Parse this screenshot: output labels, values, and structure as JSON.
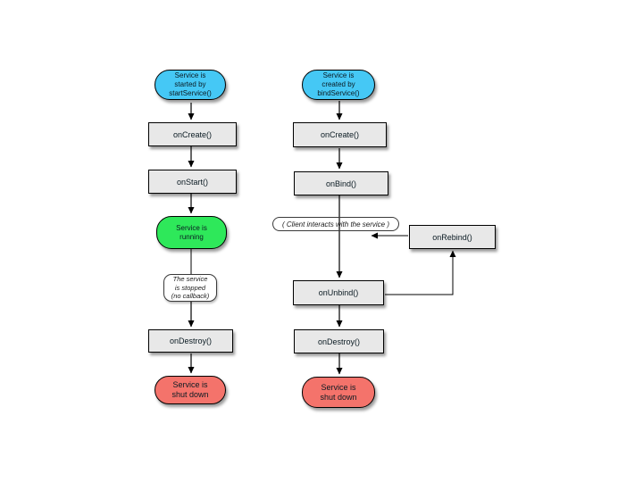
{
  "diagram": {
    "left_column": {
      "start": "Service is\nstarted by\nstartService()",
      "on_create": "onCreate()",
      "on_start": "onStart()",
      "running": "Service is\nrunning",
      "stopped_note": "The service\nis stopped\n(no callback)",
      "on_destroy": "onDestroy()",
      "shutdown": "Service is\nshut down"
    },
    "right_column": {
      "start": "Service is\ncreated by\nbindService()",
      "on_create": "onCreate()",
      "on_bind": "onBind()",
      "client_note": "( Client interacts with the service )",
      "on_unbind": "onUnbind()",
      "on_rebind": "onRebind()",
      "on_destroy": "onDestroy()",
      "shutdown": "Service is\nshut down"
    },
    "colors": {
      "start_fill": "#45c8f5",
      "running_fill": "#2ee85a",
      "shutdown_fill": "#f4736b",
      "callback_fill": "#e8e8e8",
      "outline": "#000000",
      "background": "#ffffff"
    }
  }
}
